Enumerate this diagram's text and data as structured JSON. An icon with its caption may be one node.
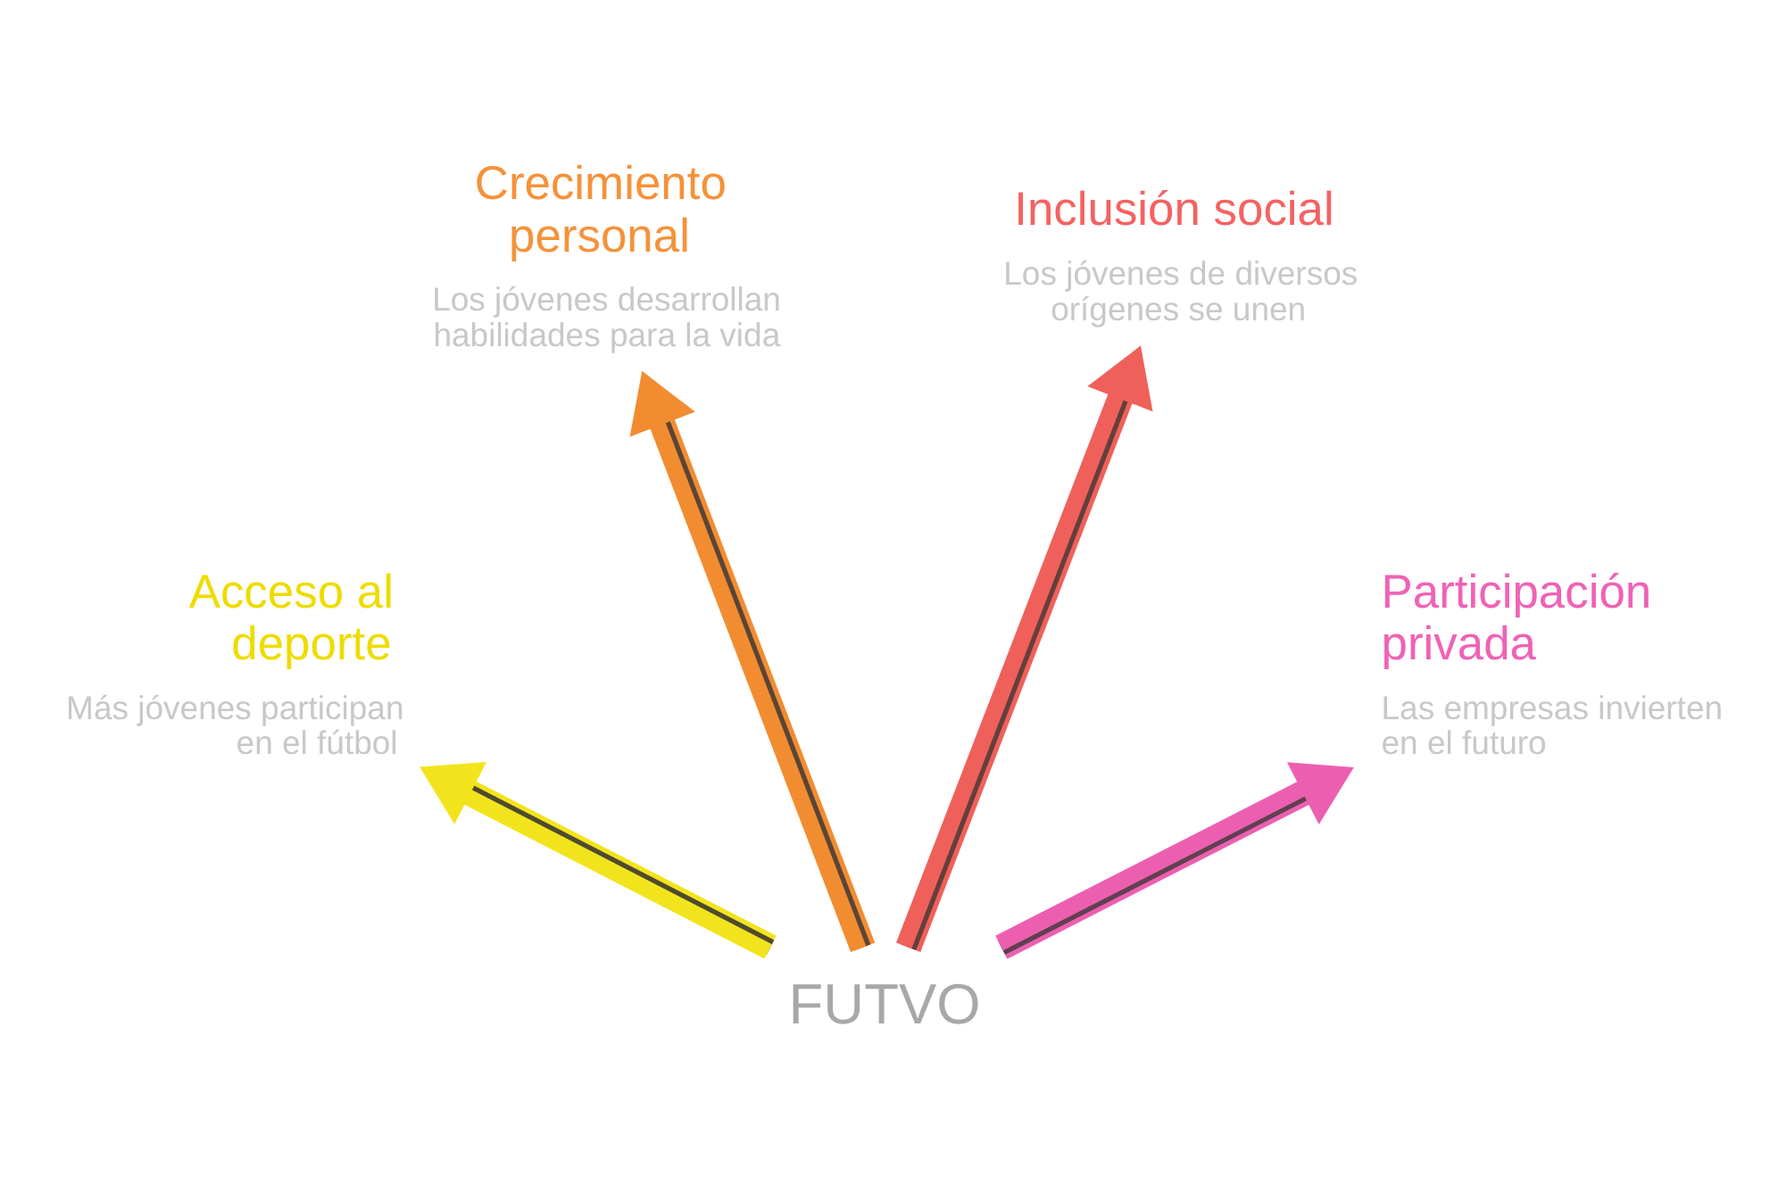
{
  "diagram": {
    "nodes": [
      {
        "text": [
          "FUTVO"
        ]
      },
      {
        "text": [
          "Acceso al deporte",
          "Más jóvenes participan en el fútbol"
        ]
      },
      {
        "text": [
          "Crecimiento personal",
          "Los jóvenes desarrollan habilidades para la vida"
        ]
      },
      {
        "text": [
          "Inclusión social",
          "Los jóvenes de diversos orígenes se unen"
        ]
      },
      {
        "text": [
          "Participación privada",
          "Las empresas invierten en el futuro"
        ]
      }
    ],
    "edges": [
      {
        "from": 0,
        "to": 1,
        "arrow": "to",
        "color": "#f2e41c"
      },
      {
        "from": 0,
        "to": 2,
        "arrow": "to",
        "color": "#f28c30"
      },
      {
        "from": 0,
        "to": 3,
        "arrow": "to",
        "color": "#f0605a"
      },
      {
        "from": 0,
        "to": 4,
        "arrow": "to",
        "color": "#ec5fb0"
      }
    ]
  }
}
